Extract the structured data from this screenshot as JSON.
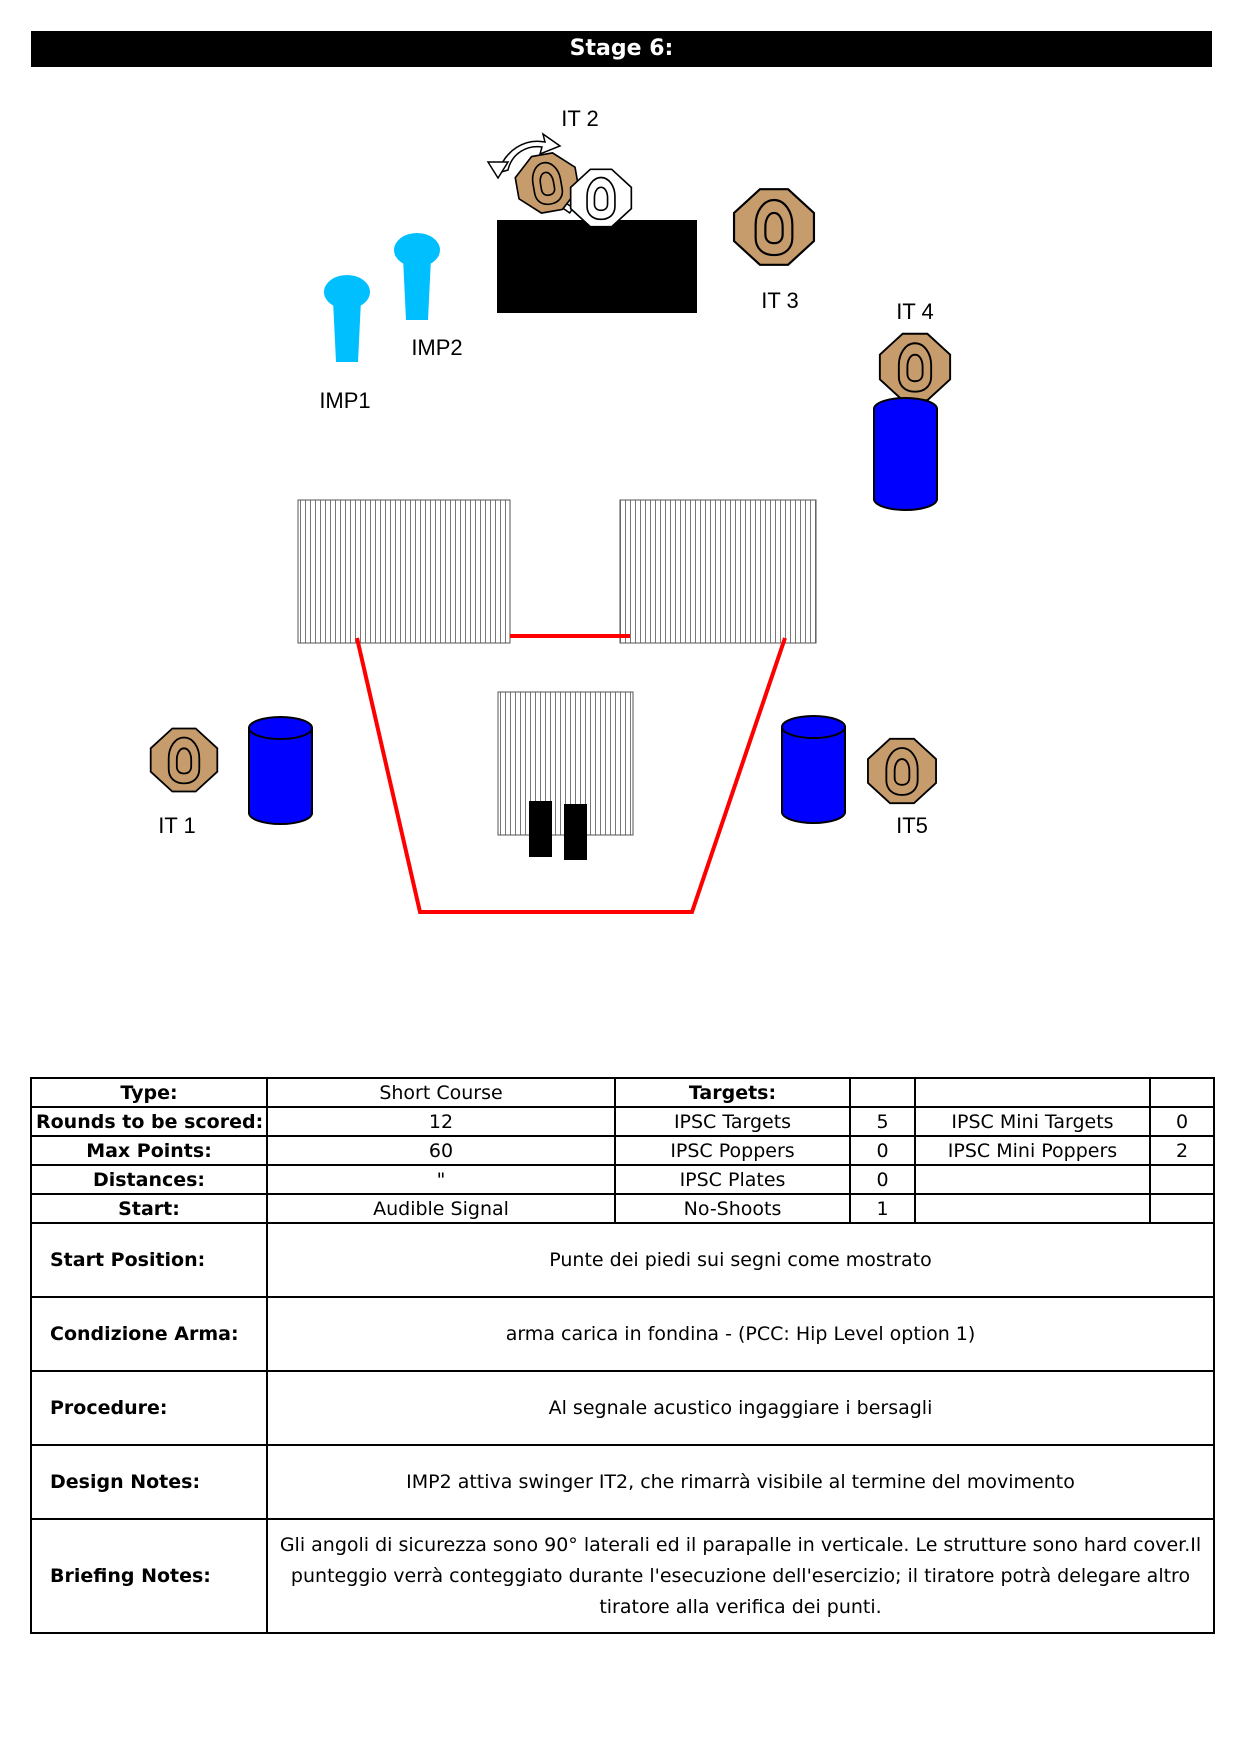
{
  "stage_title": "Stage 6:",
  "diagram": {
    "labels": {
      "it1": "IT 1",
      "it2": "IT 2",
      "it3": "IT 3",
      "it4": "IT 4",
      "it5": "IT5",
      "imp1": "IMP1",
      "imp2": "IMP2"
    },
    "colors": {
      "target": "#c69c6d",
      "no_shoot": "#ffffff",
      "popper": "#00bfff",
      "barrel": "#0000ff",
      "fault_line": "#ff0000",
      "wall": "#000000"
    }
  },
  "summary": {
    "type_label": "Type:",
    "type_value": "Short Course",
    "rounds_label": "Rounds to be scored:",
    "rounds_value": "12",
    "max_points_label": "Max Points:",
    "max_points_value": "60",
    "distances_label": "Distances:",
    "distances_value": "\"",
    "start_label": "Start:",
    "start_value": "Audible Signal",
    "targets_label": "Targets:",
    "ipsc_targets_label": "IPSC Targets",
    "ipsc_targets_value": "5",
    "ipsc_poppers_label": "IPSC Poppers",
    "ipsc_poppers_value": "0",
    "ipsc_plates_label": "IPSC Plates",
    "ipsc_plates_value": "0",
    "no_shoots_label": "No-Shoots",
    "no_shoots_value": "1",
    "mini_targets_label": "IPSC Mini Targets",
    "mini_targets_value": "0",
    "mini_poppers_label": "IPSC Mini Poppers",
    "mini_poppers_value": "2"
  },
  "details": {
    "start_position_label": "Start Position:",
    "start_position_value": "Punte dei piedi sui segni come mostrato",
    "condizione_label": "Condizione Arma:",
    "condizione_value": "arma carica in fondina - (PCC: Hip Level option 1)",
    "procedure_label": "Procedure:",
    "procedure_value": "Al segnale acustico ingaggiare i bersagli",
    "design_label": "Design Notes:",
    "design_value": "IMP2 attiva swinger IT2, che rimarrà visibile al termine del movimento",
    "briefing_label": "Briefing Notes:",
    "briefing_value": "Gli angoli di sicurezza sono 90° laterali ed il parapalle in verticale. Le strutture sono hard cover.Il punteggio verrà conteggiato durante l'esecuzione dell'esercizio; il tiratore potrà delegare altro tiratore alla verifica  dei punti."
  }
}
